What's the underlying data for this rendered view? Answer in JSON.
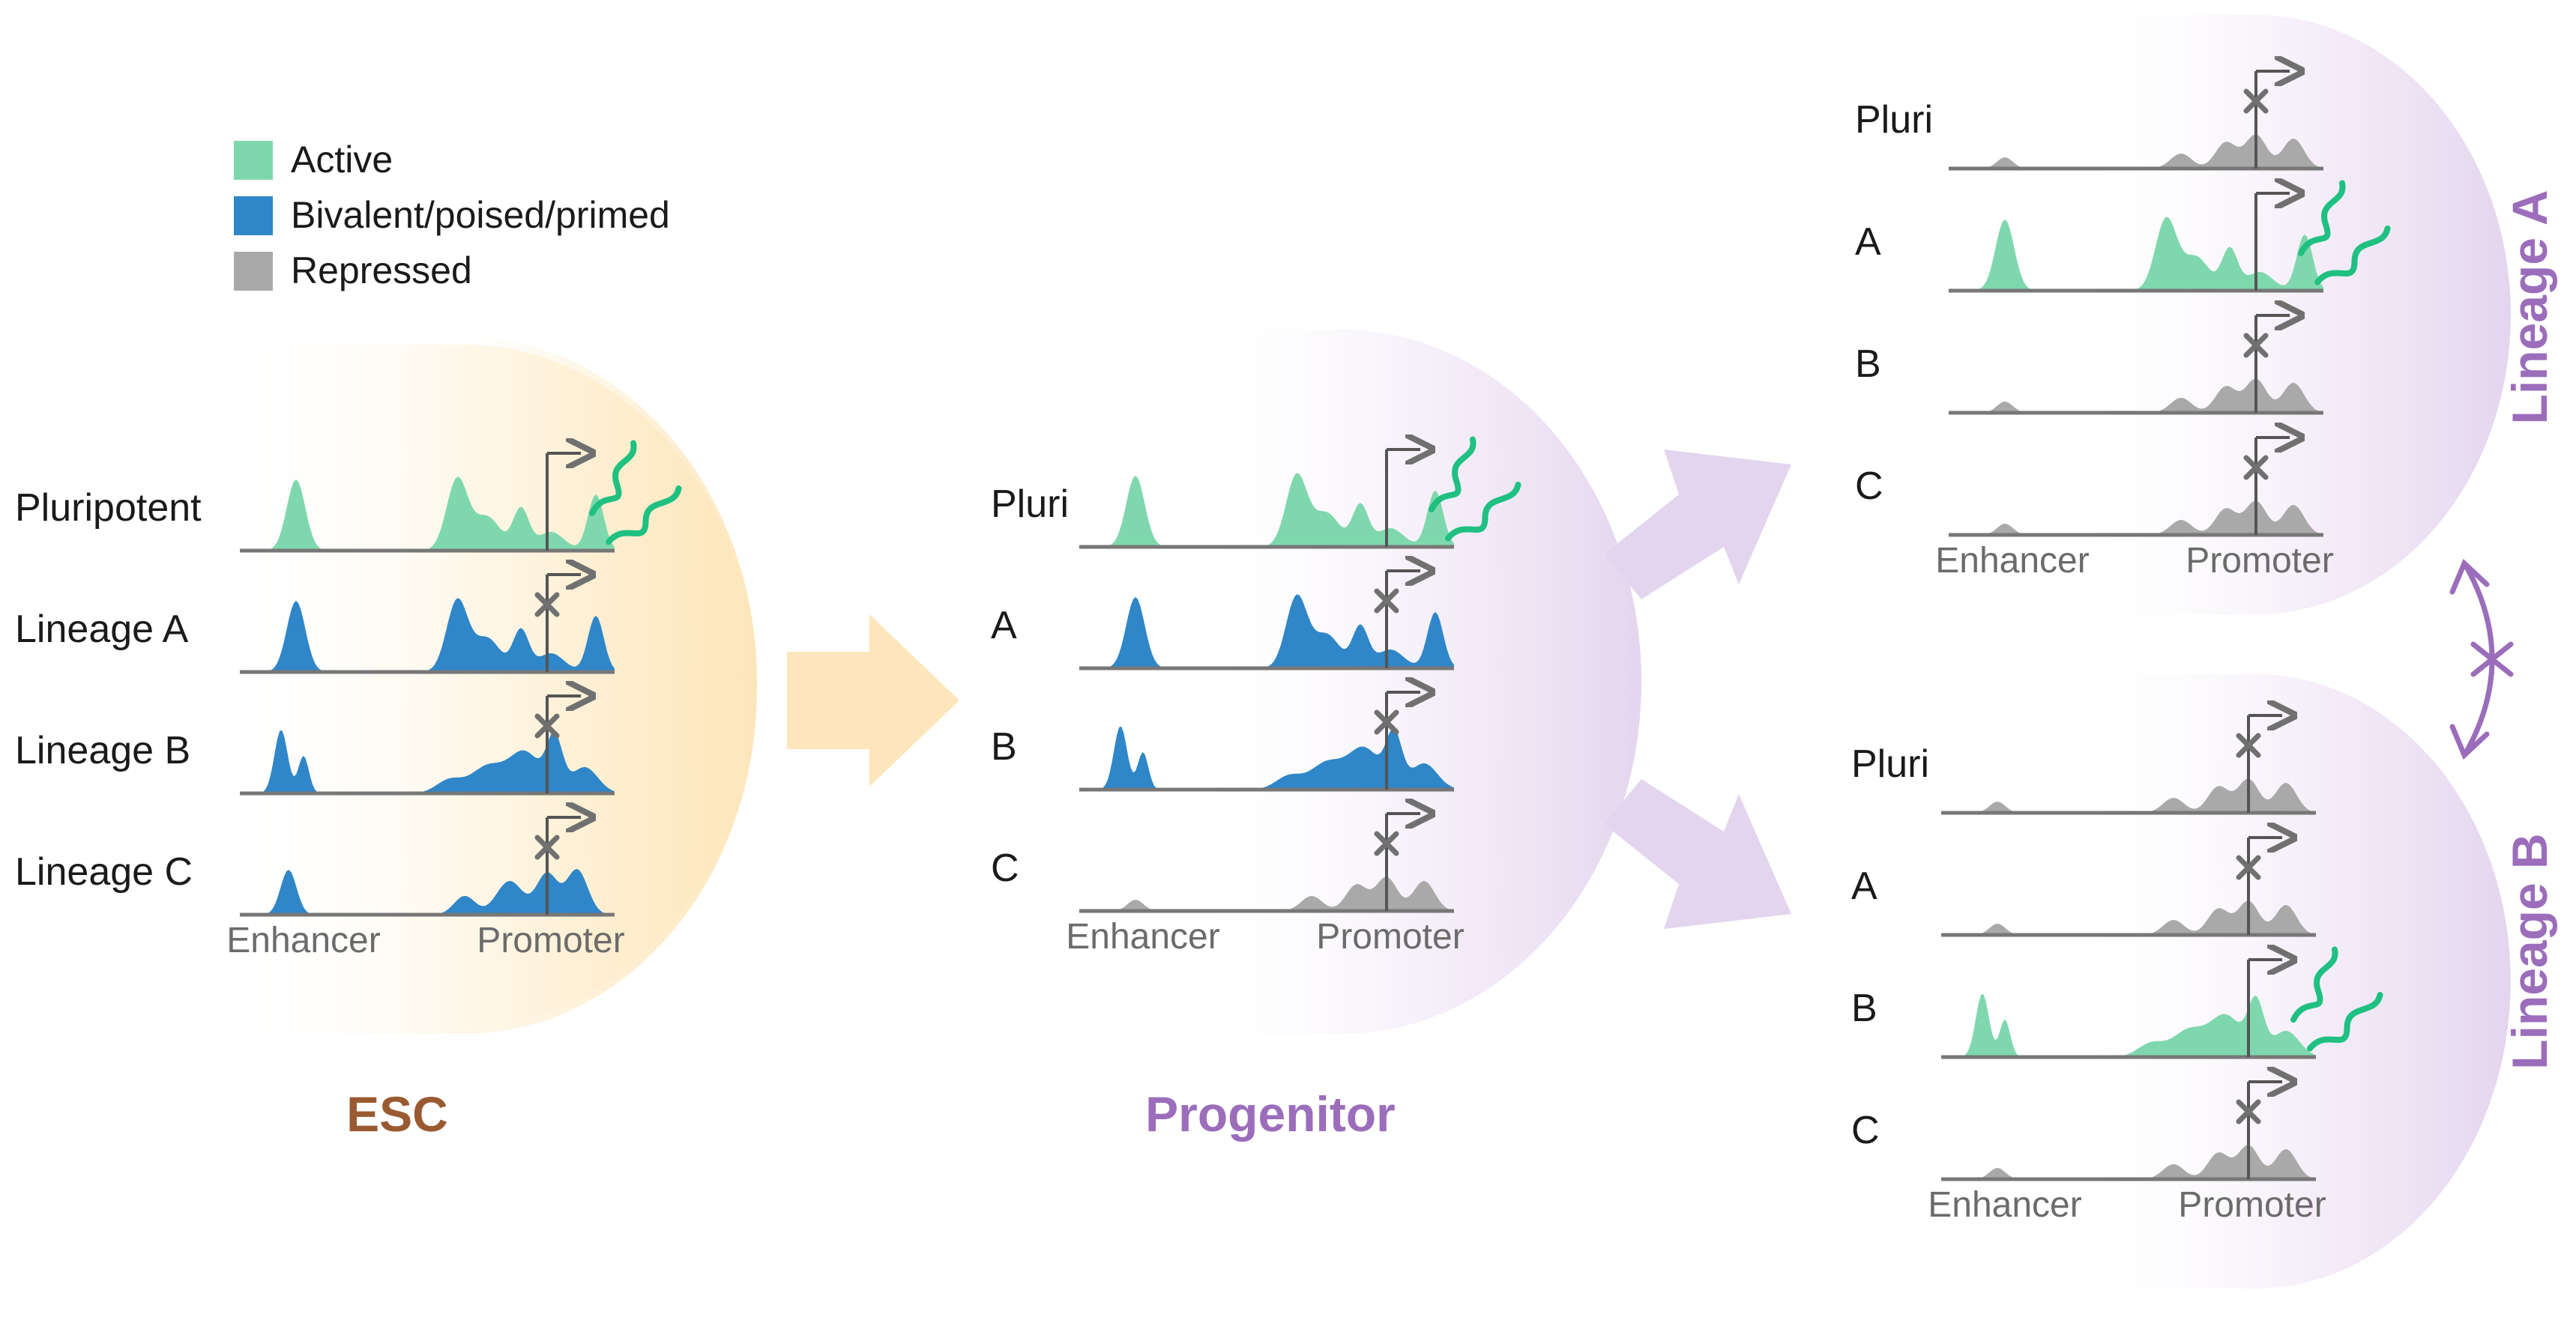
{
  "colors": {
    "active": "#7fd8ad",
    "bivalent": "#2f86c8",
    "repressed": "#a9a9a9",
    "transcript": "#1fc081",
    "mark": "#707070",
    "esc_title": "#9a5a31",
    "lineage_purple": "#9b6dbb",
    "esc_glow": "#fde6bb",
    "prog_glow": "#e3d5ee"
  },
  "legend": [
    {
      "label": "Active",
      "state": "active"
    },
    {
      "label": "Bivalent/poised/primed",
      "state": "bivalent"
    },
    {
      "label": "Repressed",
      "state": "repressed"
    }
  ],
  "axis": {
    "enhancer": "Enhancer",
    "promoter": "Promoter"
  },
  "esc": {
    "title": "ESC",
    "rows": [
      {
        "label": "Pluripotent",
        "state": "active",
        "mark": "flag"
      },
      {
        "label": "Lineage A",
        "state": "bivalent",
        "mark": "x"
      },
      {
        "label": "Lineage B",
        "state": "bivalent",
        "mark": "x"
      },
      {
        "label": "Lineage C",
        "state": "bivalent",
        "mark": "x"
      }
    ]
  },
  "progenitor": {
    "title": "Progenitor",
    "rows": [
      {
        "label": "Pluri",
        "state": "active",
        "mark": "flag"
      },
      {
        "label": "A",
        "state": "bivalent",
        "mark": "x"
      },
      {
        "label": "B",
        "state": "bivalent",
        "mark": "x"
      },
      {
        "label": "C",
        "state": "repressed",
        "mark": "x"
      }
    ]
  },
  "lineage_a": {
    "title": "Lineage A",
    "rows": [
      {
        "label": "Pluri",
        "state": "repressed",
        "mark": "x"
      },
      {
        "label": "A",
        "state": "active",
        "mark": "flag"
      },
      {
        "label": "B",
        "state": "repressed",
        "mark": "x"
      },
      {
        "label": "C",
        "state": "repressed",
        "mark": "x"
      }
    ]
  },
  "lineage_b": {
    "title": "Lineage B",
    "rows": [
      {
        "label": "Pluri",
        "state": "repressed",
        "mark": "x"
      },
      {
        "label": "A",
        "state": "repressed",
        "mark": "x"
      },
      {
        "label": "B",
        "state": "active",
        "mark": "flag"
      },
      {
        "label": "C",
        "state": "repressed",
        "mark": "x"
      }
    ]
  }
}
